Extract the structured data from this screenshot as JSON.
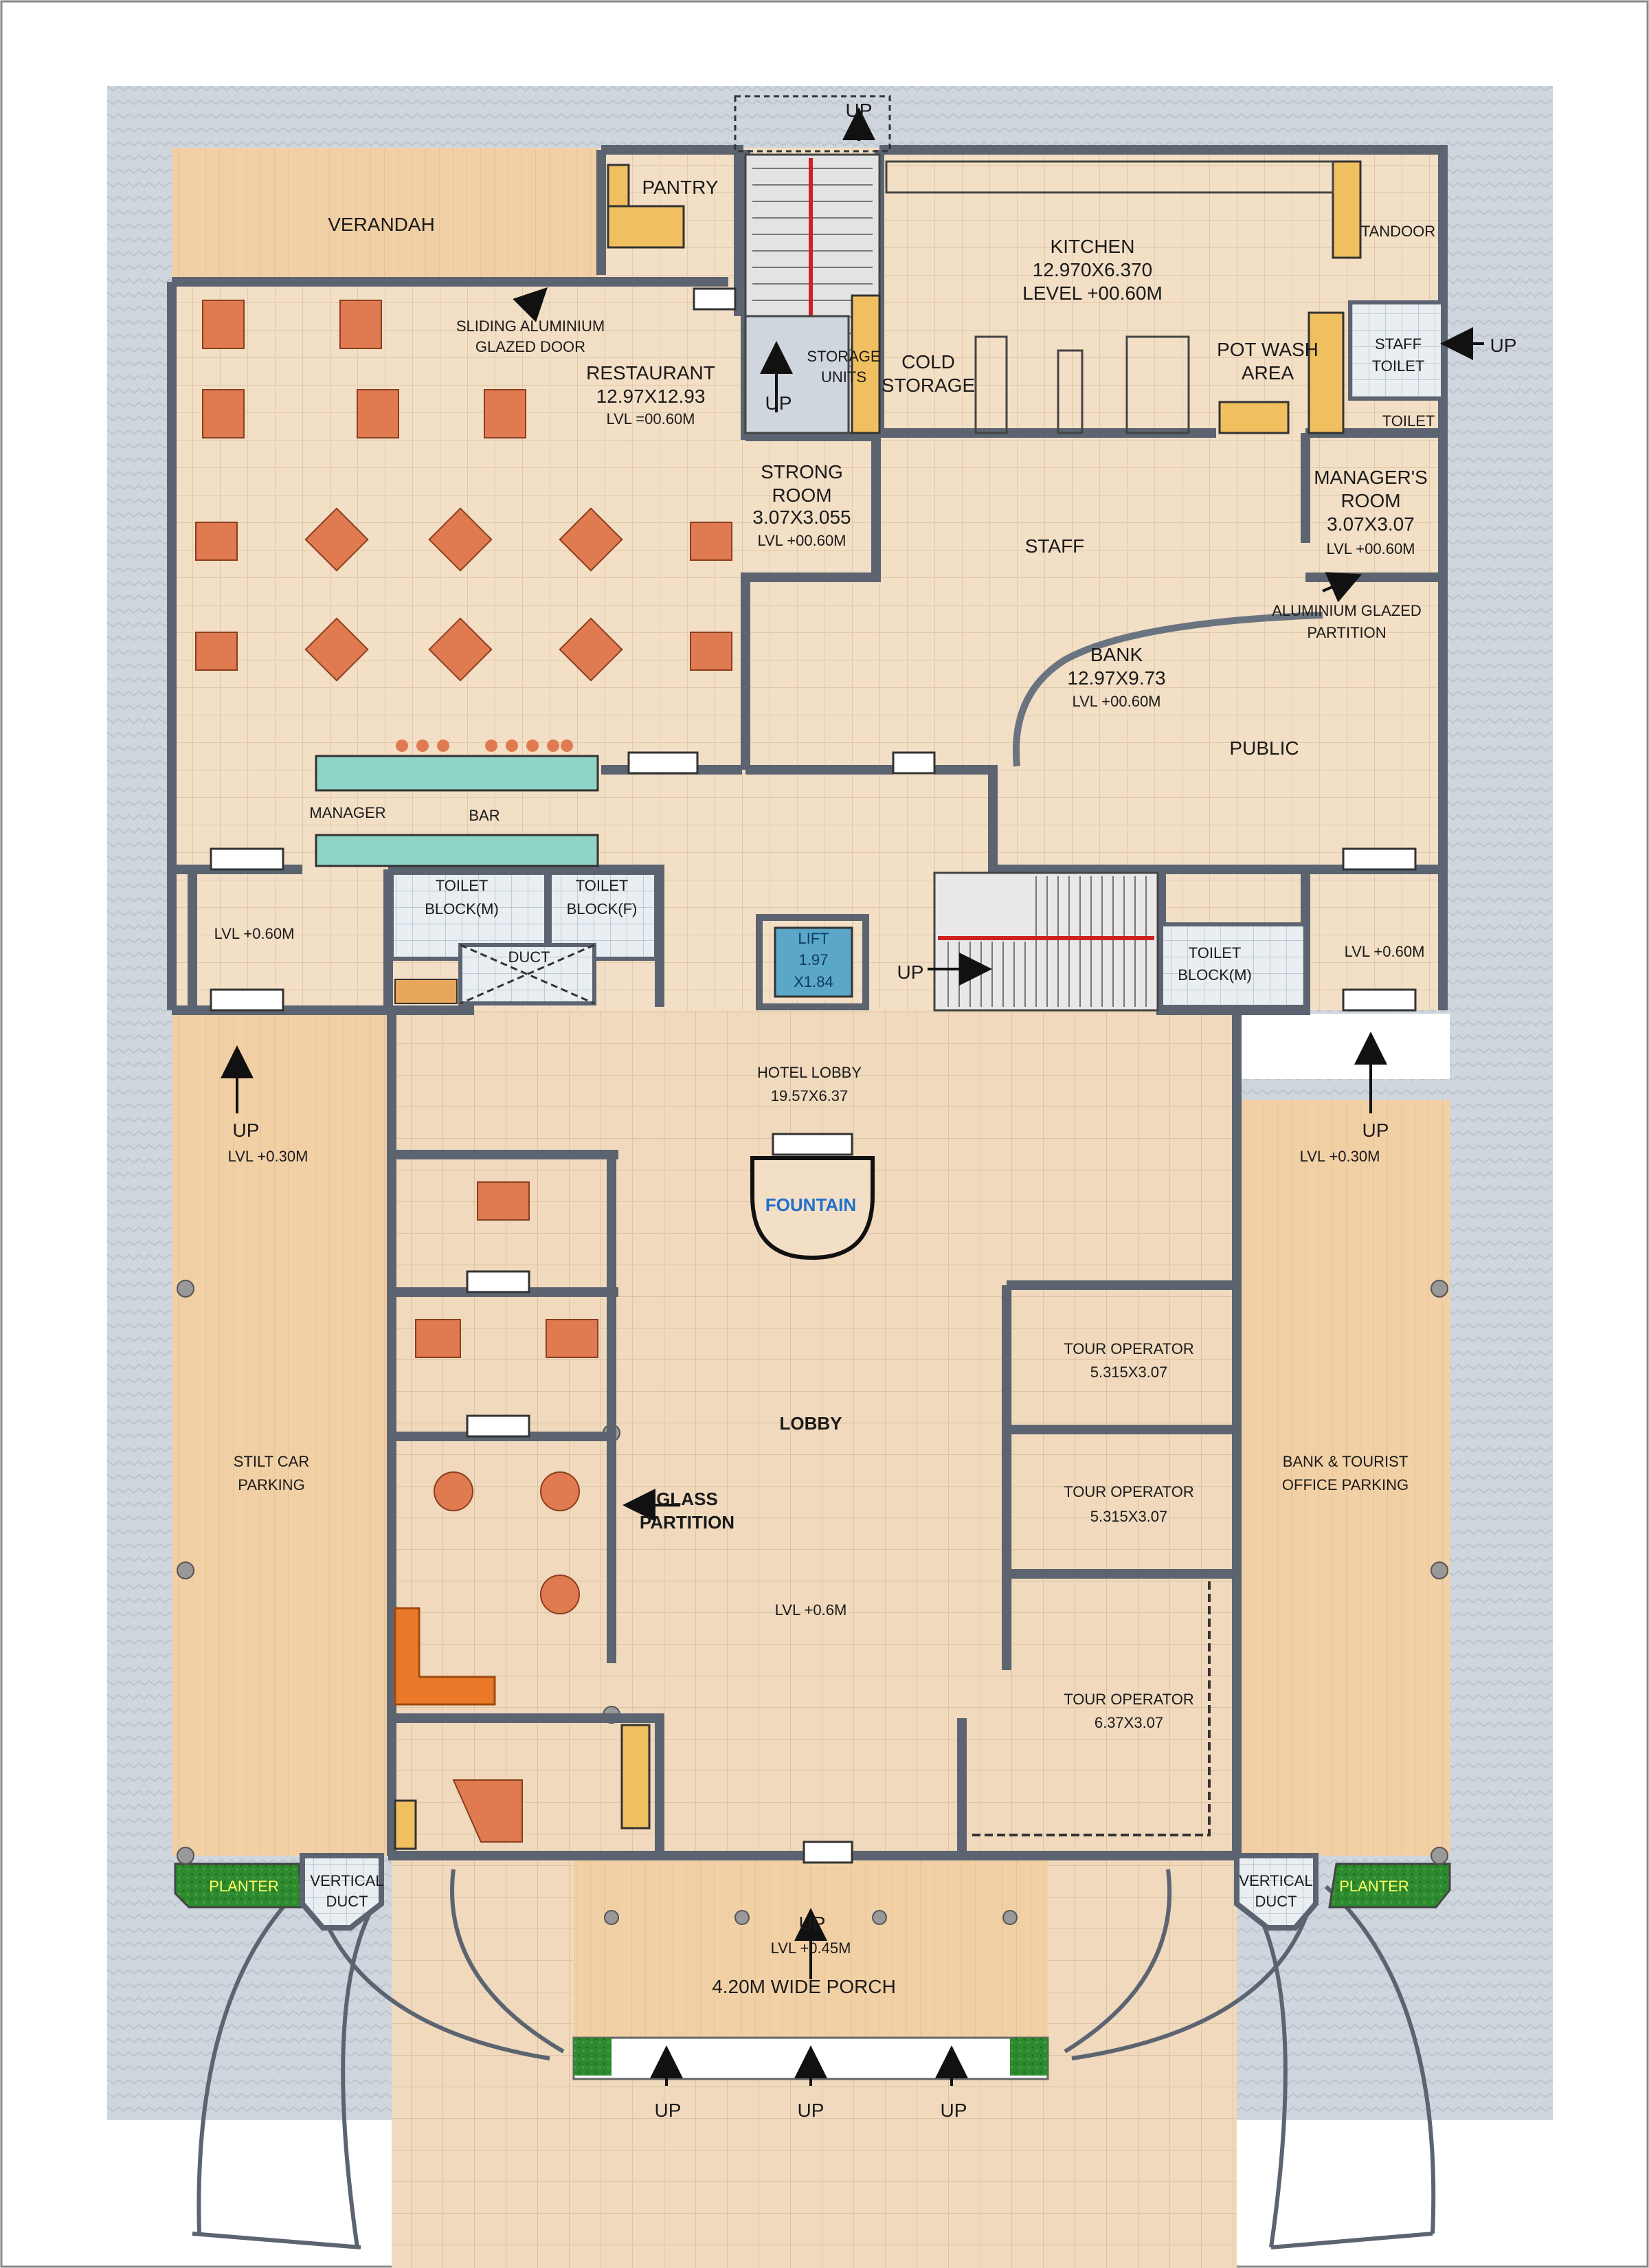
{
  "labels": {
    "verandah": "VERANDAH",
    "pantry": "PANTRY",
    "sliding_door_1": "SLIDING ALUMINIUM",
    "sliding_door_2": "GLAZED DOOR",
    "restaurant": "RESTAURANT",
    "restaurant_dim": "12.97X12.93",
    "restaurant_lvl": "LVL =00.60M",
    "storage_units_1": "STORAGE",
    "storage_units_2": "UNITS",
    "cold_storage_1": "COLD",
    "cold_storage_2": "STORAGE",
    "kitchen": "KITCHEN",
    "kitchen_dim": "12.970X6.370",
    "kitchen_lvl": "LEVEL +00.60M",
    "tandoor": "TANDOOR",
    "pot_wash_1": "POT WASH",
    "pot_wash_2": "AREA",
    "staff_toilet_1": "STAFF",
    "staff_toilet_2": "TOILET",
    "toilet": "TOILET",
    "strong_room_1": "STRONG",
    "strong_room_2": "ROOM",
    "strong_room_dim": "3.07X3.055",
    "strong_room_lvl": "LVL +00.60M",
    "staff": "STAFF",
    "managers_room_1": "MANAGER'S",
    "managers_room_2": "ROOM",
    "managers_room_dim": "3.07X3.07",
    "managers_room_lvl": "LVL +00.60M",
    "alu_partition_1": "ALUMINIUM GLAZED",
    "alu_partition_2": "PARTITION",
    "bank": "BANK",
    "bank_dim": "12.97X9.73",
    "bank_lvl": "LVL +00.60M",
    "public": "PUBLIC",
    "manager": "MANAGER",
    "bar": "BAR",
    "toilet_m_1": "TOILET",
    "toilet_m_2": "BLOCK(M)",
    "toilet_f_1": "TOILET",
    "toilet_f_2": "BLOCK(F)",
    "duct": "DUCT",
    "lift": "LIFT",
    "lift_dim_1": "1.97",
    "lift_dim_2": "X1.84",
    "toilet_m2_1": "TOILET",
    "toilet_m2_2": "BLOCK(M)",
    "lvl_left": "LVL +0.60M",
    "lvl_right": "LVL +0.60M",
    "hotel_lobby": "HOTEL LOBBY",
    "hotel_lobby_dim": "19.57X6.37",
    "fountain": "FOUNTAIN",
    "lobby": "LOBBY",
    "lobby_lvl": "LVL +0.6M",
    "glass_partition_1": "GLASS",
    "glass_partition_2": "PARTITION",
    "tour_op_1": "TOUR OPERATOR",
    "tour_op_1_dim": "5.315X3.07",
    "tour_op_2": "TOUR OPERATOR",
    "tour_op_2_dim": "5.315X3.07",
    "tour_op_3": "TOUR OPERATOR",
    "tour_op_3_dim": "6.37X3.07",
    "stilt_parking_1": "STILT CAR",
    "stilt_parking_2": "PARKING",
    "bank_parking_1": "BANK & TOURIST",
    "bank_parking_2": "OFFICE PARKING",
    "parking_lvl_left": "LVL +0.30M",
    "parking_lvl_right": "LVL +0.30M",
    "planter_left": "PLANTER",
    "planter_right": "PLANTER",
    "vertical_duct_left_1": "VERTICAL",
    "vertical_duct_left_2": "DUCT",
    "vertical_duct_right_1": "VERTICAL",
    "vertical_duct_right_2": "DUCT",
    "porch": "4.20M WIDE PORCH",
    "porch_lvl": "LVL +0.45M",
    "up": "UP"
  },
  "colors": {
    "ground": "#cfd6dd",
    "floor": "#f3dfc5",
    "wood_deck": "#f2d0a6",
    "wall": "#5b6470",
    "table": "#e07a50",
    "planter": "#2e8a2e",
    "fountain_text": "#1f6fd0",
    "stair_red": "#cc2222",
    "glass": "#8fd4c6"
  }
}
